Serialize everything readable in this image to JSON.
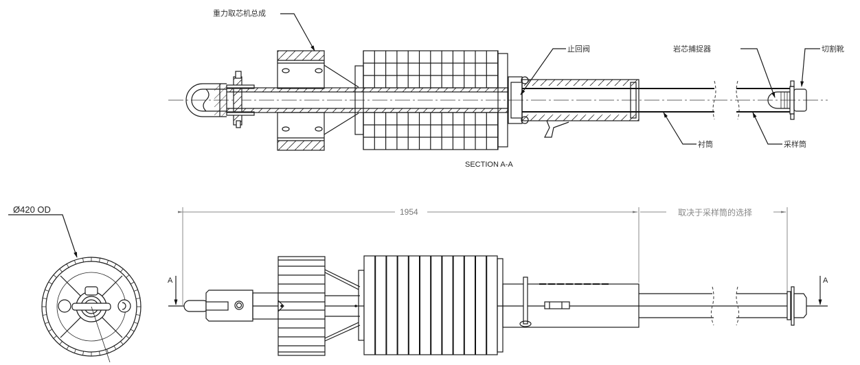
{
  "drawing": {
    "title": "Gravity corer assembly drawing",
    "section_view": {
      "caption": "SECTION A-A",
      "callouts": {
        "assembly": "重力取芯机总成",
        "check_valve": "止回阀",
        "core_catcher": "岩芯捕捉器",
        "cutting_shoe": "切割靴",
        "liner": "衬筒",
        "sampling_tube": "采样筒"
      }
    },
    "end_view": {
      "diameter_label": "Ø420 OD"
    },
    "side_view": {
      "dimension_main": "1954",
      "dimension_variable": "取决于采样筒的选择",
      "section_marker_left": "A",
      "section_marker_right": "A"
    }
  }
}
